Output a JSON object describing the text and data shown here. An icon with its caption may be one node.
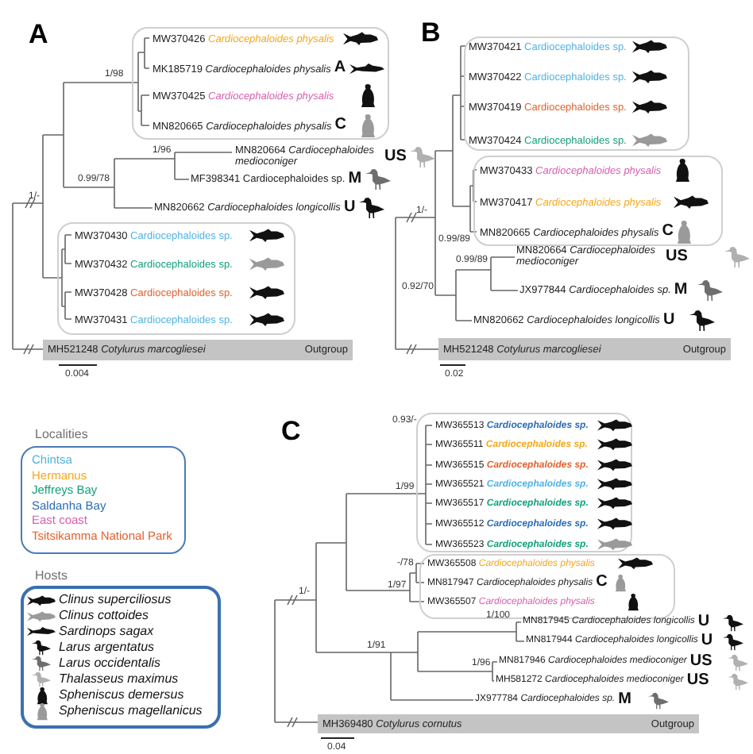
{
  "diagram": {
    "nodes": [
      {
        "text": [],
        "shape": "box"
      },
      {
        "text": [
          "MW370426",
          "Cardiocephaloides physalis"
        ],
        "in": 0
      },
      {
        "text": [
          "MK185719",
          "Cardiocephaloides physalis"
        ],
        "in": 0,
        "beside": [
          "A"
        ]
      },
      {
        "text": [
          "MW370425",
          "Cardiocephaloides physalis"
        ],
        "in": 0
      },
      {
        "text": [
          "MN820665",
          "Cardiocephaloides physalis"
        ],
        "in": 0,
        "beside": [
          "C"
        ]
      },
      {
        "text": [
          "MN820664",
          "Cardiocephaloides medioconiger"
        ],
        "beside": [
          "US"
        ]
      },
      {
        "text": [
          "MF398341",
          "Cardiocephaloides sp."
        ],
        "beside": [
          "M"
        ]
      },
      {
        "text": [
          "MN820662",
          "Cardiocephaloides longicollis"
        ],
        "beside": [
          "U"
        ]
      },
      {
        "text": [],
        "shape": "box"
      },
      {
        "text": [
          "MW370430",
          "Cardiocephaloides sp."
        ],
        "in": 8
      },
      {
        "text": [
          "MW370432",
          "Cardiocephaloides sp."
        ],
        "in": 8
      },
      {
        "text": [
          "MW370428",
          "Cardiocephaloides sp."
        ],
        "in": 8
      },
      {
        "text": [
          "MW370431",
          "Cardiocephaloides sp."
        ],
        "in": 8
      },
      {
        "text": [
          "MH521248",
          "Cotylurus marcogliesei",
          "Outgroup"
        ]
      },
      {
        "text": [],
        "shape": "box"
      },
      {
        "text": [
          "MW370421",
          "Cardiocephaloides sp."
        ],
        "in": 14
      },
      {
        "text": [
          "MW370422",
          "Cardiocephaloides sp."
        ],
        "in": 14
      },
      {
        "text": [
          "MW370419",
          "Cardiocephaloides sp."
        ],
        "in": 14
      },
      {
        "text": [
          "MW370424",
          "Cardiocephaloides sp."
        ],
        "in": 14
      },
      {
        "text": [],
        "shape": "box"
      },
      {
        "text": [
          "MW370433",
          "Cardiocephaloides physalis"
        ],
        "in": 19
      },
      {
        "text": [
          "MW370417",
          "Cardiocephaloides physalis"
        ],
        "in": 19
      },
      {
        "text": [
          "MN820665",
          "Cardiocephaloides physalis"
        ],
        "in": 19,
        "beside": [
          "C"
        ]
      },
      {
        "text": [
          "MN820664",
          "Cardiocephaloides medioconiger"
        ],
        "beside": [
          "US"
        ]
      },
      {
        "text": [
          "JX977844",
          "Cardiocephaloides sp."
        ],
        "beside": [
          "M"
        ]
      },
      {
        "text": [
          "MN820662",
          "Cardiocephaloides longicollis"
        ],
        "beside": [
          "U"
        ]
      },
      {
        "text": [
          "MH521248",
          "Cotylurus marcogliesei",
          "Outgroup"
        ]
      },
      {
        "text": [],
        "shape": "box"
      },
      {
        "text": [
          "MW365513",
          "Cardiocephaloides sp."
        ],
        "in": 27
      },
      {
        "text": [
          "MW365511",
          "Cardiocephaloides sp."
        ],
        "in": 27
      },
      {
        "text": [
          "MW365515",
          "Cardiocephaloides sp."
        ],
        "in": 27
      },
      {
        "text": [
          "MW365521",
          "Cardiocephaloides sp."
        ],
        "in": 27
      },
      {
        "text": [
          "MW365517",
          "Cardiocephaloides sp."
        ],
        "in": 27
      },
      {
        "text": [
          "MW365512",
          "Cardiocephaloides sp."
        ],
        "in": 27
      },
      {
        "text": [
          "MW365523",
          "Cardiocephaloides sp."
        ],
        "in": 27
      },
      {
        "text": [],
        "shape": "box"
      },
      {
        "text": [
          "MW365508",
          "Cardiocephaloides physalis"
        ],
        "in": 35
      },
      {
        "text": [
          "MN817947",
          "Cardiocephaloides physalis"
        ],
        "in": 35,
        "beside": [
          "C"
        ]
      },
      {
        "text": [
          "MW365507",
          "Cardiocephaloides physalis"
        ],
        "in": 35
      },
      {
        "text": [
          "MN817945",
          "Cardiocephaloides longicollis"
        ],
        "beside": [
          "U"
        ]
      },
      {
        "text": [
          "MN817944",
          "Cardiocephaloides longicollis"
        ],
        "beside": [
          "U"
        ]
      },
      {
        "text": [
          "MN817946",
          "Cardiocephaloides medioconiger"
        ],
        "beside": [
          "US"
        ]
      },
      {
        "text": [
          "MH581272",
          "Cardiocephaloides medioconiger"
        ],
        "beside": [
          "US"
        ]
      },
      {
        "text": [
          "JX977784",
          "Cardiocephaloides sp."
        ],
        "beside": [
          "M"
        ]
      },
      {
        "text": [
          "MH369480",
          "Cotylurus cornutus",
          "Outgroup"
        ]
      }
    ],
    "labels": [
      "A",
      "1/98",
      "1/96",
      "0.99/78",
      "1/-",
      "0.004",
      "B",
      "1/-",
      "0.99/89",
      "0.99/89",
      "0.92/70",
      "0.02",
      "C",
      "0.93/-",
      "1/99",
      "-/78",
      "1/97",
      "1/-",
      "1/100",
      "1/96",
      "1/91",
      "0.04",
      "Localities",
      "Hosts"
    ],
    "legend": [
      {
        "text": "Chintsa",
        "color": "#4fb3e3"
      },
      {
        "text": "Hermanus",
        "color": "#f3a81c"
      },
      {
        "text": "Jeffreys Bay",
        "color": "#12a07a"
      },
      {
        "text": "Saldanha Bay",
        "color": "#2a6db5"
      },
      {
        "text": "East coast",
        "color": "#d65fae"
      },
      {
        "text": "Tsitsikamma National Park",
        "color": "#e0622e"
      },
      {
        "text": "Clinus superciliosus"
      },
      {
        "text": "Clinus cottoides"
      },
      {
        "text": "Sardinops sagax"
      },
      {
        "text": "Larus argentatus"
      },
      {
        "text": "Larus occidentalis"
      },
      {
        "text": "Thalasseus maximus"
      },
      {
        "text": "Spheniscus demersus"
      },
      {
        "text": "Spheniscus magellanicus"
      }
    ]
  }
}
